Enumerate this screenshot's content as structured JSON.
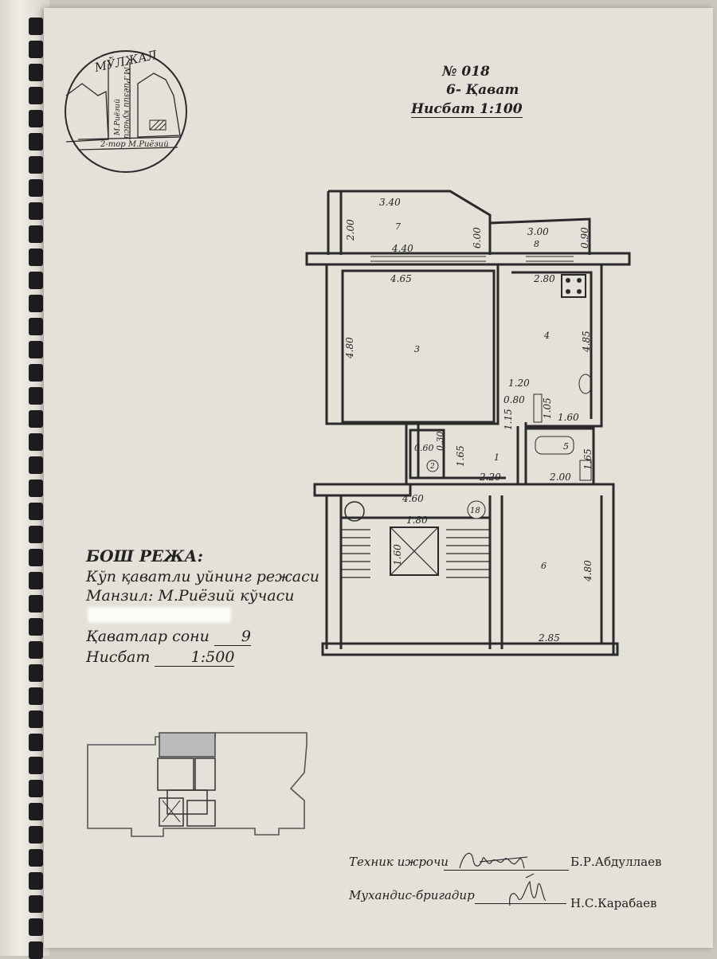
{
  "header": {
    "number": "№ 018",
    "floor": "6- Қават",
    "scale": "Нисбат 1:100"
  },
  "logo": {
    "arc_text": "МЎЛЖАЛ",
    "street_vertical": "М.Риёзий кўчаси",
    "street_vertical_left": "М.Риёзий",
    "street_bottom": "2-тор М.Риёзий"
  },
  "plan": {
    "rooms": [
      "7",
      "8",
      "3",
      "4",
      "1",
      "2",
      "5",
      "6",
      "18"
    ],
    "dims": {
      "d340": "3.40",
      "d200": "2.00",
      "d600": "6.00",
      "d300": "3.00",
      "d090": "0.90",
      "d440": "4.40",
      "d465": "4.65",
      "d280": "2.80",
      "d480a": "4.80",
      "d485": "4.85",
      "d120": "1.20",
      "d080": "0.80",
      "d115": "1.15",
      "d105": "1.05",
      "d160": "1.60",
      "d060": "0.60",
      "d030": "0.30",
      "d165a": "1.65",
      "d220": "2.20",
      "d165b": "1.65",
      "d200b": "2.00",
      "d460": "4.60",
      "d180": "1.80",
      "d160b": "1.60",
      "d480b": "4.80",
      "d285": "2.85"
    }
  },
  "info": {
    "title": "БОШ РЕЖА:",
    "line1": "Кўп қаватли уйнинг режаси",
    "line2": "Манзил: М.Риёзий кўчаси",
    "floors_label": "Қаватлар сони",
    "floors_value": "9",
    "scale_label": "Нисбат",
    "scale_value": "1:500"
  },
  "signatures": {
    "tech_label": "Техник ижрочи",
    "tech_name": "Б.Р.Абдуллаев",
    "eng_label": "Мухандис-бригадир",
    "eng_name": "Н.С.Карабаев"
  }
}
